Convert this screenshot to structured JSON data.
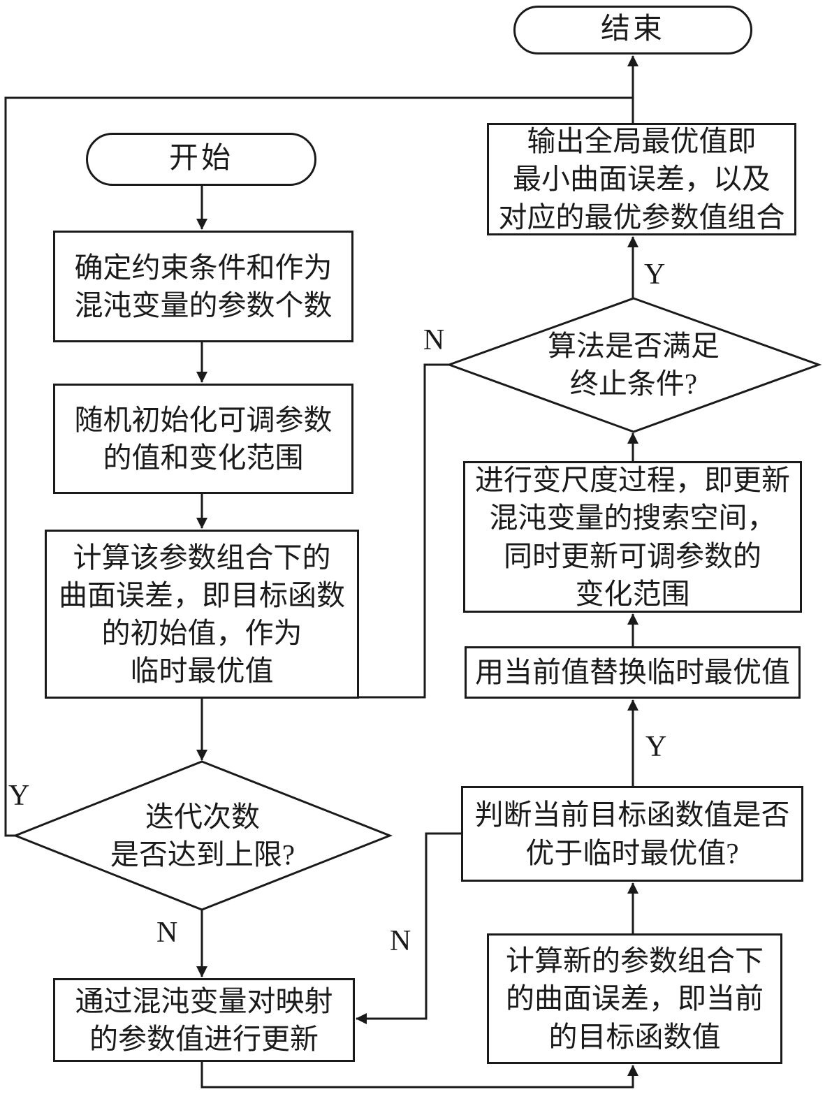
{
  "figure": {
    "type": "flowchart",
    "language": "zh",
    "description": "Chaos optimization algorithm flowchart"
  },
  "colors": {
    "stroke": "#1a1a1a",
    "background": "#ffffff"
  },
  "nodes": {
    "end": {
      "shape": "terminator",
      "label": "结束"
    },
    "start": {
      "shape": "terminator",
      "label": "开始"
    },
    "define_constraints": {
      "shape": "process",
      "label": "确定约束条件和作为\n混沌变量的参数个数"
    },
    "random_init": {
      "shape": "process",
      "label": "随机初始化可调参数\n的值和变化范围"
    },
    "compute_initial": {
      "shape": "process",
      "label": "计算该参数组合下的\n曲面误差，即目标函数\n的初始值，作为\n临时最优值"
    },
    "iteration_check": {
      "shape": "decision",
      "label": "迭代次数\n是否达到上限?"
    },
    "update_params": {
      "shape": "process",
      "label": "通过混沌变量对映射\n的参数值进行更新"
    },
    "compute_new": {
      "shape": "process",
      "label": "计算新的参数组合下\n的曲面误差，即当前\n的目标函数值"
    },
    "compare_check": {
      "shape": "process",
      "label": "判断当前目标函数值是否\n优于临时最优值?"
    },
    "replace_best": {
      "shape": "process",
      "label": "用当前值替换临时最优值"
    },
    "rescale": {
      "shape": "process",
      "label": "进行变尺度过程，即更新\n混沌变量的搜索空间，\n同时更新可调参数的\n变化范围"
    },
    "termination_check": {
      "shape": "decision",
      "label": "算法是否满足\n终止条件?"
    },
    "output_best": {
      "shape": "process",
      "label": "输出全局最优值即\n最小曲面误差，以及\n对应的最优参数值组合"
    }
  },
  "edge_labels": {
    "termination_yes": "Y",
    "termination_no": "N",
    "iteration_yes": "Y",
    "iteration_no": "N",
    "compare_yes": "Y",
    "compare_no": "N"
  }
}
